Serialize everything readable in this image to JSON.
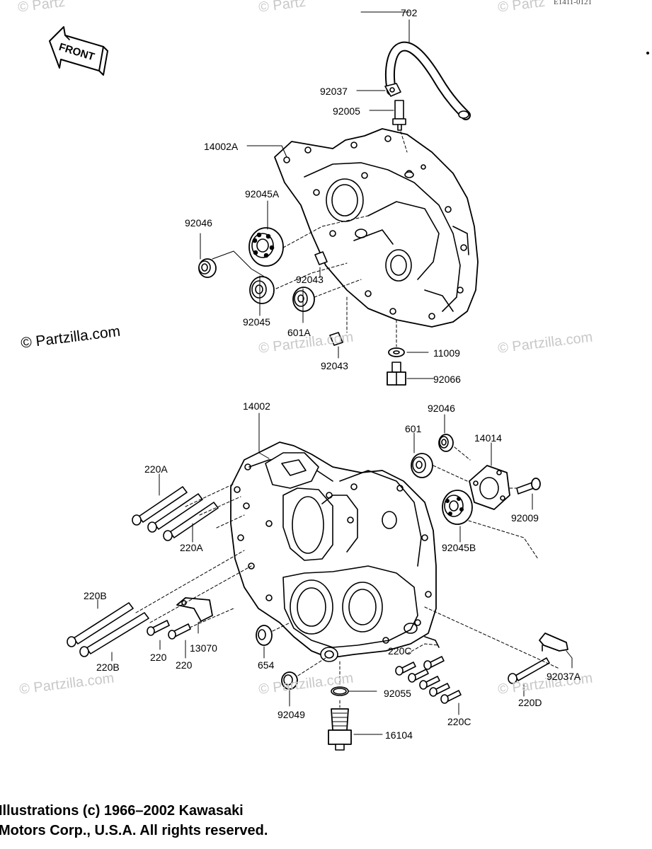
{
  "diagram": {
    "reference_code": "E1411-0121",
    "front_label": "FRONT",
    "labels": {
      "l702": "702",
      "l92037": "92037",
      "l92005": "92005",
      "l14002A": "14002A",
      "l92045A": "92045A",
      "l92046_top": "92046",
      "l92043_a": "92043",
      "l92045": "92045",
      "l601A": "601A",
      "l92043_b": "92043",
      "l11009": "11009",
      "l92066": "92066",
      "l14002": "14002",
      "l92046_bot": "92046",
      "l601": "601",
      "l14014": "14014",
      "l220A_top": "220A",
      "l220A_bot": "220A",
      "l92009": "92009",
      "l92045B": "92045B",
      "l220B_top": "220B",
      "l220B_bot": "220B",
      "l13070": "13070",
      "l220_a": "220",
      "l220_b": "220",
      "l654": "654",
      "l220C_top": "220C",
      "l220C_bot": "220C",
      "l92055": "92055",
      "l92049": "92049",
      "l16104": "16104",
      "l92037A": "92037A",
      "l220D": "220D"
    },
    "watermarks": {
      "main": "© Partzilla.com",
      "faint": "© Partzilla.com",
      "faint_short": "© Partz"
    },
    "footer": {
      "line1": "Illustrations (c) 1966–2002 Kawasaki",
      "line2": "Motors Corp., U.S.A.  All rights reserved."
    }
  }
}
